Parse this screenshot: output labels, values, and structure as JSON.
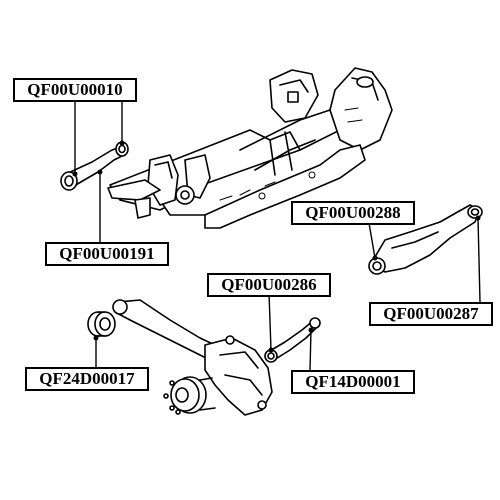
{
  "labels": {
    "upper_left": "QF00U00010",
    "lower_left": "QF00U00191",
    "right_upper": "QF00U00288",
    "right_lower": "QF00U00287",
    "center_upper": "QF00U00286",
    "center_lower": "QF14D00001",
    "bushing": "QF24D00017"
  },
  "colors": {
    "line": "#000000",
    "background": "#ffffff"
  }
}
